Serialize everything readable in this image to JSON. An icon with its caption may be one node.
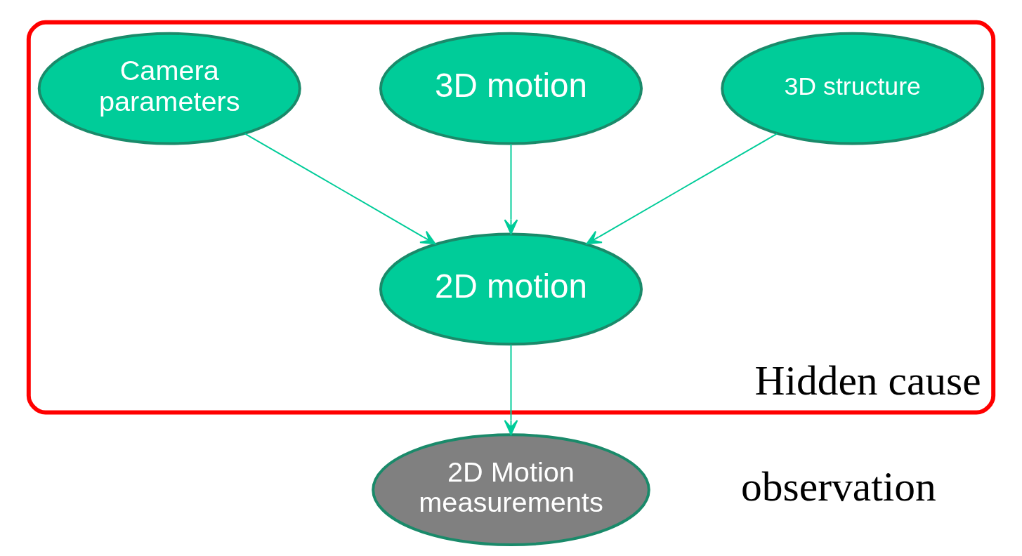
{
  "diagram": {
    "nodes": [
      {
        "text": [
          "Hidden cause"
        ]
      },
      {
        "text": [
          "3D structure"
        ],
        "in": 0
      },
      {
        "text": [
          "3D motion"
        ],
        "in": 0
      },
      {
        "text": [
          "Camera parameters"
        ],
        "in": 0
      },
      {
        "text": [
          "2D motion"
        ],
        "in": 0
      },
      {
        "text": [
          "2D Motion measurements"
        ]
      }
    ],
    "edges": [
      {
        "from": 1,
        "to": 4,
        "arrow": "to"
      },
      {
        "from": 2,
        "to": 4,
        "arrow": "to"
      },
      {
        "from": 3,
        "to": 4,
        "arrow": "to"
      },
      {
        "from": 4,
        "to": 5,
        "arrow": "to"
      }
    ],
    "labels": [
      "observation"
    ]
  }
}
